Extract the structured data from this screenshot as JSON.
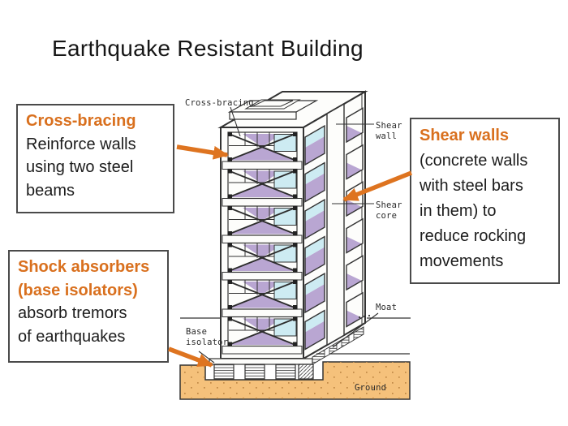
{
  "title": "Earthquake Resistant Building",
  "colors": {
    "accent_orange": "#d9701e",
    "arrow_orange": "#de7420",
    "wall_purple": "#b9a6d2",
    "window_blue": "#cdebf2",
    "ground_tan": "#f5c17b",
    "line_dark": "#333333",
    "box_border": "#4a4a4a"
  },
  "callouts": {
    "cross_bracing": {
      "heading_lines": [
        "Cross-bracing"
      ],
      "body_lines": [
        "Reinforce walls",
        "using two steel",
        "beams"
      ]
    },
    "shock_absorbers": {
      "heading_lines": [
        "Shock absorbers",
        "(base isolators)"
      ],
      "body_lines": [
        "absorb tremors",
        "of earthquakes"
      ]
    },
    "shear_walls": {
      "heading_lines": [
        "Shear walls"
      ],
      "body_lines": [
        "(concrete walls",
        "with steel bars",
        "in them) to",
        "reduce rocking",
        "movements"
      ]
    }
  },
  "diagram": {
    "labels": {
      "cross_bracing": "Cross-bracing",
      "shear_wall_1": "Shear",
      "shear_wall_2": "wall",
      "shear_core_1": "Shear",
      "shear_core_2": "core",
      "moat": "Moat",
      "base_isolator_1": "Base",
      "base_isolator_2": "isolator",
      "ground": "Ground"
    }
  }
}
